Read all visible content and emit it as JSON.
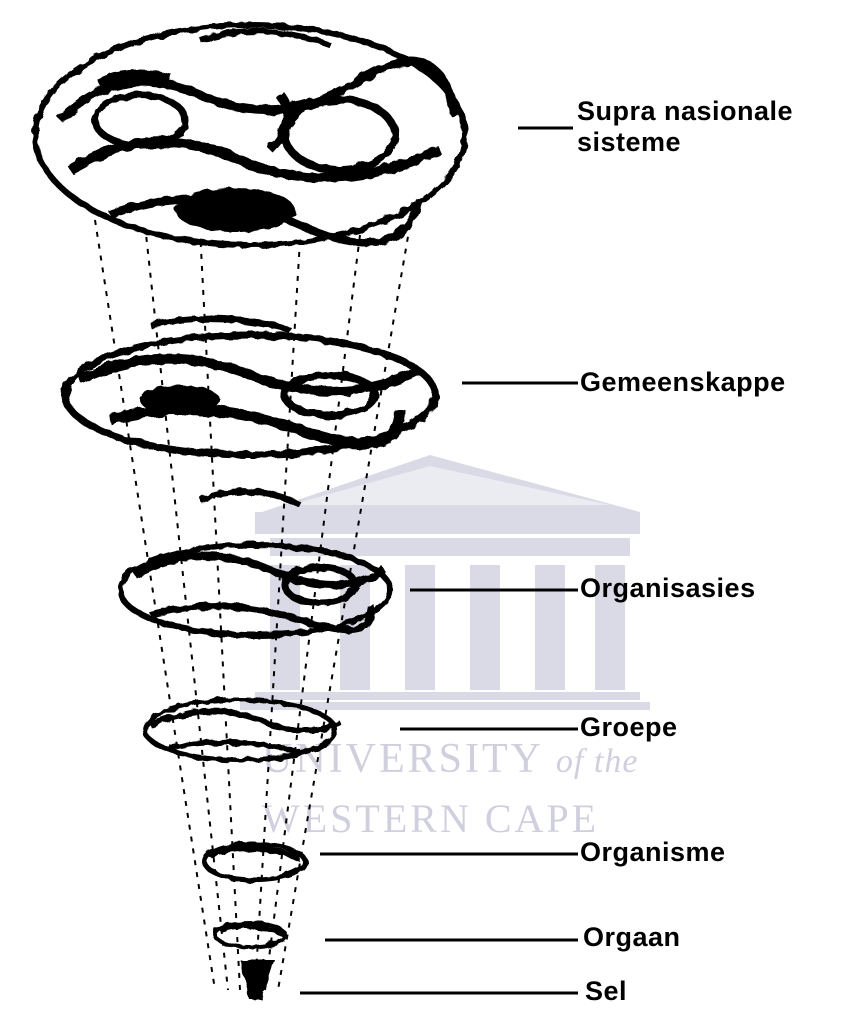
{
  "diagram": {
    "levels": [
      {
        "id": "supra",
        "label_line1": "Supra nasionale",
        "label_line2": "sisteme"
      },
      {
        "id": "gemeenskappe",
        "label": "Gemeenskappe"
      },
      {
        "id": "organisasies",
        "label": "Organisasies"
      },
      {
        "id": "groepe",
        "label": "Groepe"
      },
      {
        "id": "organisme",
        "label": "Organisme"
      },
      {
        "id": "orgaan",
        "label": "Orgaan"
      },
      {
        "id": "sel",
        "label": "Sel"
      }
    ]
  },
  "watermark": {
    "line1": "UNIVERSITY",
    "line1_suffix": "of the",
    "line2": "WESTERN CAPE",
    "color": "#a9a9c4"
  },
  "colors": {
    "ink": "#000000",
    "background": "#ffffff"
  }
}
